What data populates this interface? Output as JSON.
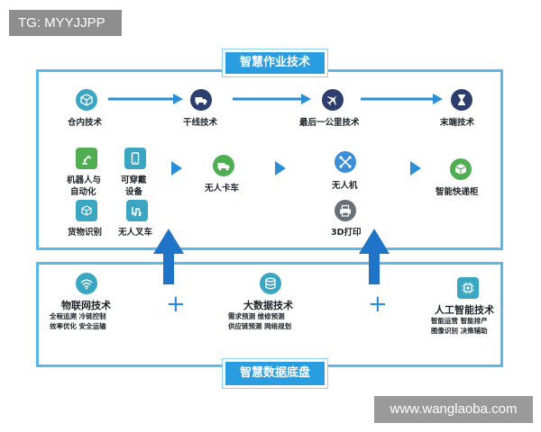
{
  "watermark_top": "TG: MYYJJPP",
  "watermark_bottom": "www.wanglaoba.com",
  "top_banner": "智慧作业技术",
  "bottom_banner": "智慧数据底盘",
  "process": [
    {
      "label": "仓内技术",
      "icon": "box-icon"
    },
    {
      "label": "干线技术",
      "icon": "truck-icon"
    },
    {
      "label": "最后一公里技术",
      "icon": "plane-icon"
    },
    {
      "label": "末端技术",
      "icon": "hourglass-icon"
    }
  ],
  "row2": {
    "robot": {
      "line1": "机器人与",
      "line2": "自动化",
      "icon": "robot-arm-icon"
    },
    "wearable": {
      "line1": "可穿戴",
      "line2": "设备",
      "icon": "phone-icon"
    },
    "driverless_truck": {
      "label": "无人卡车",
      "icon": "truck-icon"
    },
    "drone": {
      "label": "无人机",
      "icon": "drone-icon"
    },
    "smart_locker": {
      "label": "智能快递柜",
      "icon": "locker-icon"
    }
  },
  "row3": {
    "cargo_recognition": {
      "label": "货物识别",
      "icon": "cube-scan-icon"
    },
    "driverless_forklift": {
      "label": "无人叉车",
      "icon": "forklift-icon"
    },
    "printing": {
      "label": "3D打印",
      "icon": "printer-icon"
    }
  },
  "foundation": [
    {
      "title": "物联网技术",
      "lines": [
        "全程追溯  冷链控制",
        "效率优化  安全运输"
      ],
      "icon": "wifi-icon"
    },
    {
      "title": "大数据技术",
      "lines": [
        "需求预测    维修预测",
        "供应链预测  网络规划"
      ],
      "icon": "database-icon"
    },
    {
      "title": "人工智能技术",
      "lines": [
        "智能运营 智能排产",
        "图像识别  决策辅助"
      ],
      "icon": "chip-icon"
    }
  ],
  "plus": [
    "+",
    "+"
  ],
  "colors": {
    "accent": "#2a9de0",
    "border": "#5bb8e8",
    "arrow": "#2a8fd8"
  }
}
